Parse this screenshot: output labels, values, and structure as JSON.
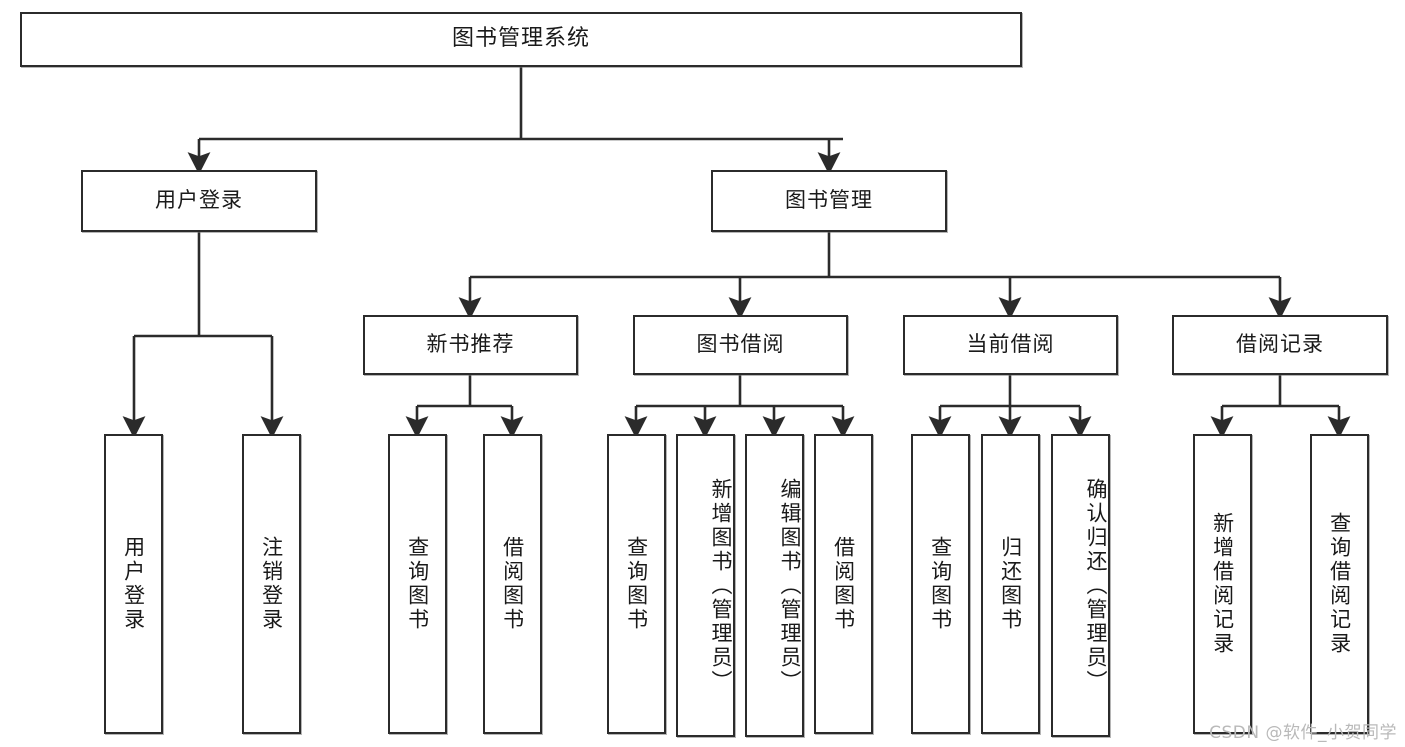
{
  "diagram": {
    "title": "图书管理系统",
    "type": "tree-structure-chart",
    "watermark": "CSDN @软件_小贺同学",
    "colors": {
      "stroke": "#2b2b2b",
      "fill": "#ffffff",
      "text": "#1a1a1a",
      "watermark": "#b9b9b9"
    },
    "root": {
      "label": "图书管理系统"
    },
    "level2": [
      {
        "id": "user-login",
        "label": "用户登录"
      },
      {
        "id": "book-manage",
        "label": "图书管理"
      }
    ],
    "level3": [
      {
        "id": "new-book-rec",
        "label": "新书推荐"
      },
      {
        "id": "book-borrow",
        "label": "图书借阅"
      },
      {
        "id": "current-borrow",
        "label": "当前借阅"
      },
      {
        "id": "borrow-record",
        "label": "借阅记录"
      }
    ],
    "leaves": [
      {
        "id": "leaf-user-login",
        "label": "用户登录",
        "parent": "user-login"
      },
      {
        "id": "leaf-logout-login",
        "label": "注销登录",
        "parent": "user-login"
      },
      {
        "id": "leaf-query-book-1",
        "label": "查询图书",
        "parent": "new-book-rec"
      },
      {
        "id": "leaf-borrow-book-1",
        "label": "借阅图书",
        "parent": "new-book-rec"
      },
      {
        "id": "leaf-query-book-2",
        "label": "查询图书",
        "parent": "book-borrow"
      },
      {
        "id": "leaf-add-book",
        "label": "新增图书（管理员）",
        "parent": "book-borrow"
      },
      {
        "id": "leaf-edit-book",
        "label": "编辑图书（管理员）",
        "parent": "book-borrow"
      },
      {
        "id": "leaf-borrow-book-2",
        "label": "借阅图书",
        "parent": "book-borrow"
      },
      {
        "id": "leaf-query-book-3",
        "label": "查询图书",
        "parent": "current-borrow"
      },
      {
        "id": "leaf-return-book",
        "label": "归还图书",
        "parent": "current-borrow"
      },
      {
        "id": "leaf-confirm-return",
        "label": "确认归还（管理员）",
        "parent": "current-borrow"
      },
      {
        "id": "leaf-add-record",
        "label": "新增借阅记录",
        "parent": "borrow-record"
      },
      {
        "id": "leaf-query-record",
        "label": "查询借阅记录",
        "parent": "borrow-record"
      }
    ]
  }
}
